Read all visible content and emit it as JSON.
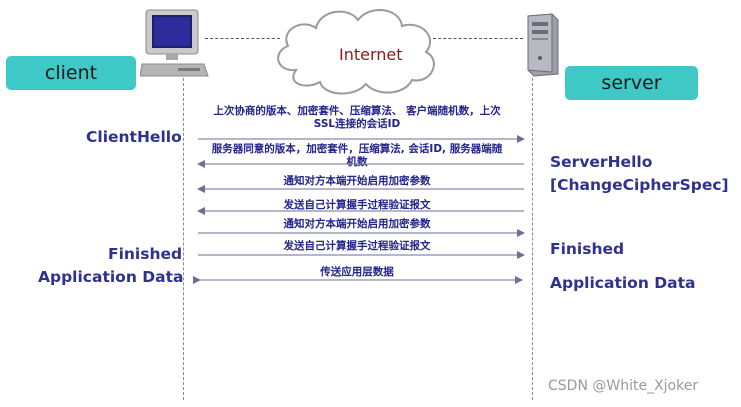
{
  "client_tag": "client",
  "server_tag": "server",
  "cloud_label": "Internet",
  "left_labels": {
    "client_hello": "ClientHello",
    "finished": "Finished",
    "application_data": "Application Data"
  },
  "right_labels": {
    "server_hello": "ServerHello",
    "change_cipher_spec": "[ChangeCipherSpec]",
    "finished": "Finished",
    "application_data": "Application Data"
  },
  "messages": [
    {
      "line1": "上次协商的版本、加密套件、压缩算法、 客户端随机数，上次",
      "line2": "SSL连接的会话ID",
      "direction": "right"
    },
    {
      "line1": "服务器同意的版本，加密套件，压缩算法, 会话ID, 服务器端随",
      "line2": "机数",
      "direction": "left"
    },
    {
      "line1": "通知对方本端开始启用加密参数",
      "direction": "left"
    },
    {
      "line1": "发送自己计算握手过程验证报文",
      "direction": "left"
    },
    {
      "line1": "通知对方本端开始启用加密参数",
      "direction": "right"
    },
    {
      "line1": "发送自己计算握手过程验证报文",
      "direction": "right"
    },
    {
      "line1": "传送应用层数据",
      "direction": "both"
    }
  ],
  "watermark": "CSDN @White_Xjoker",
  "colors": {
    "tag_bg": "#3ec9c7",
    "label_color": "#2e3190",
    "arrow_color": "#6e6e96",
    "cloud_text": "#8b1a1a"
  },
  "icons": {
    "client_icon": "desktop-computer-icon",
    "server_icon": "server-tower-icon",
    "cloud_icon": "cloud-icon"
  }
}
